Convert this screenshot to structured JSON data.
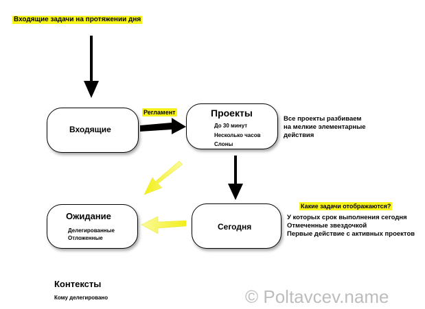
{
  "header": {
    "title": "Входящие задачи на протяжении дня"
  },
  "flow_label": "Регламент",
  "inbox": {
    "title": "Входящие"
  },
  "projects": {
    "title": "Проекты",
    "items": [
      "До 30 минут",
      "Несколько часов",
      "Слоны"
    ]
  },
  "projects_note": [
    "Все проекты разбиваем",
    "на мелкие элементарные",
    "действия"
  ],
  "waiting": {
    "title": "Ожидание",
    "items": [
      "Делегированные",
      "Отложенные"
    ]
  },
  "today": {
    "title": "Сегодня"
  },
  "today_question": "Какие задачи отображаются?",
  "today_note": [
    "У которых срок выполнения сегодня",
    "Отмеченные звездочкой",
    "Первые действие с активных проектов"
  ],
  "contexts": {
    "title": "Контексты",
    "item": "Кому делегировано"
  },
  "watermark": "© Poltavcev.name",
  "colors": {
    "highlight": "#f7f31a",
    "yellow_arrow": "#f2ef19",
    "black_arrow": "#000000"
  }
}
